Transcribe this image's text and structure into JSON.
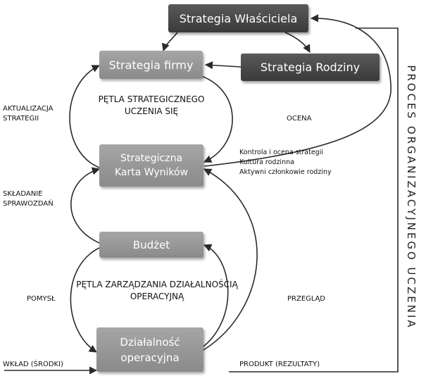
{
  "boxes": {
    "owner_strategy": "Strategia Właściciela",
    "company_strategy": "Strategia firmy",
    "family_strategy": "Strategia Rodziny",
    "scorecard": [
      "Strategiczna",
      "Karta Wyników"
    ],
    "budget": "Budżet",
    "operations": [
      "Działalność",
      "operacyjna"
    ]
  },
  "loops": {
    "strategic": [
      "PĘTLA STRATEGICZNEGO",
      "UCZENIA SIĘ"
    ],
    "operational": [
      "PĘTLA ZARZĄDZANIA DZIAŁALNOŚCIĄ",
      "OPERACYJNĄ"
    ]
  },
  "labels": {
    "strategy_update": [
      "AKTUALIZACJA",
      "STRATEGII"
    ],
    "reporting": [
      "SKŁADANIE",
      "SPRAWOZDAŃ"
    ],
    "idea": "POMYSŁ",
    "input": "WKŁAD (ŚRODKI)",
    "assessment": "OCENA",
    "review": "PRZEGLĄD",
    "output": "PRODUKT (REZULTATY)",
    "scorecard_notes": [
      "Kontrola i ocena strategii",
      "Kultura rodzinna",
      "Aktywni członkowie rodziny"
    ]
  },
  "side_process": "PROCES ORGANIZACYJNEGO UCZENIA",
  "colors": {
    "dark_box": "#454545",
    "light_box": "#999999",
    "arrow": "#2a2a2a"
  }
}
